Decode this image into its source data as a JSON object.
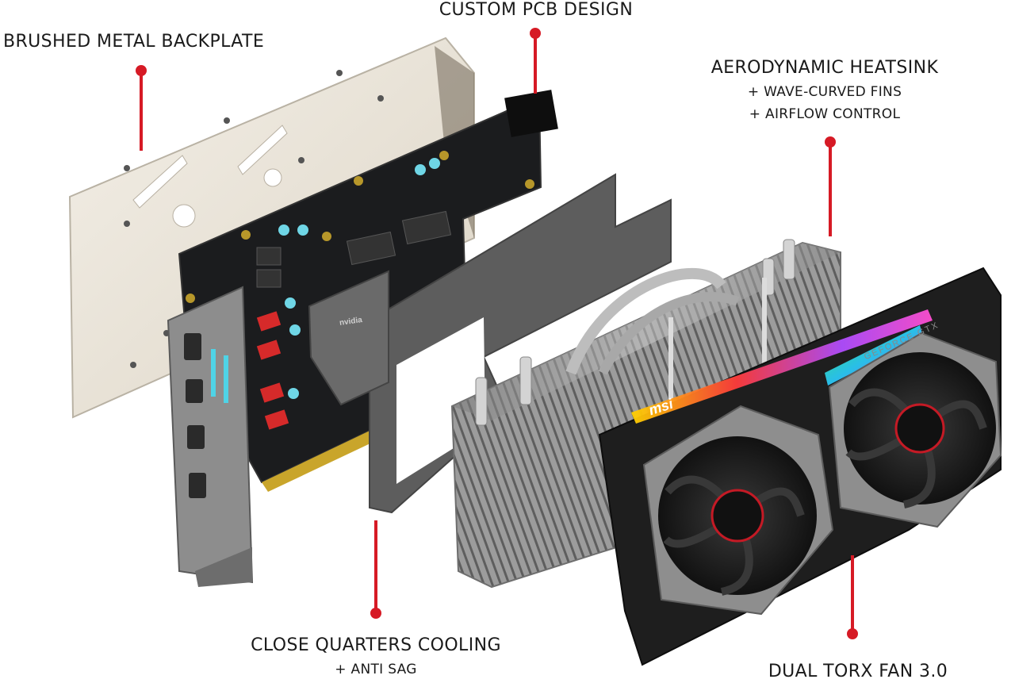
{
  "labels": {
    "backplate": "BRUSHED METAL BACKPLATE",
    "pcb": "CUSTOM PCB DESIGN",
    "heatsink": {
      "title": "AERODYNAMIC HEATSINK",
      "line1": "+ WAVE-CURVED FINS",
      "line2": "+ AIRFLOW CONTROL"
    },
    "cooling": {
      "title": "CLOSE QUARTERS COOLING",
      "line1": "+ ANTI SAG"
    },
    "fan": "DUAL TORX FAN 3.0"
  },
  "product": {
    "brand_logo": "msi",
    "gpu_chip": "nvidia",
    "shroud_text": "GEFORCE GTX"
  },
  "colors": {
    "accent_red": "#d61a25",
    "backplate": "#e9e3d7",
    "pcb": "#1b1c1e",
    "heatsink": "#a9a9a9",
    "frame": "#5d5d5d",
    "shroud": "#232323"
  }
}
